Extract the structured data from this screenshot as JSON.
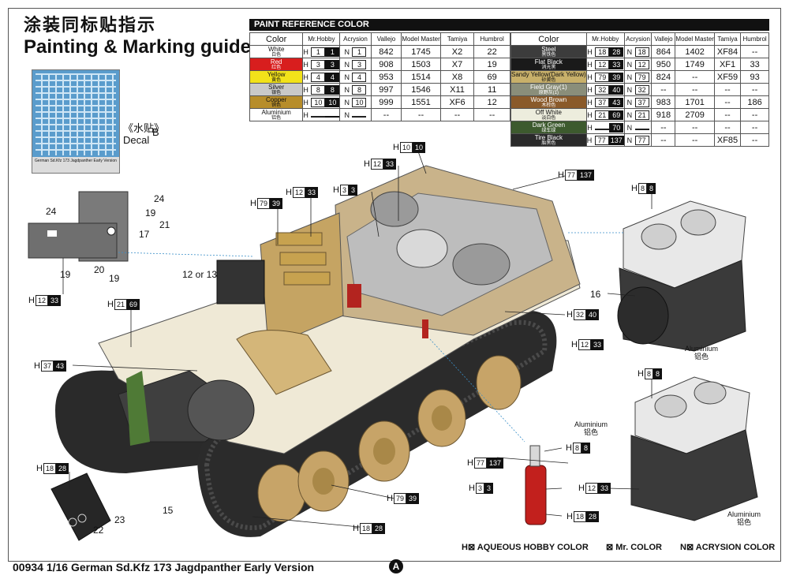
{
  "header": {
    "title_cn": "涂装同标贴指示",
    "title_en": "Painting & Marking guide"
  },
  "decal": {
    "cn": "《水贴》",
    "en": "Decal",
    "letter": "B",
    "sheet_caption": "German Sd.Kfz 173 Jagdpanther Early Version"
  },
  "ref_title": "PAINT  REFERENCE COLOR",
  "table_headers": [
    "Color",
    "Mr.Hobby",
    "Acrysion",
    "Vallejo",
    "Model Master",
    "Tamiya",
    "Humbrol"
  ],
  "colors": {
    "White": "#ffffff",
    "Red": "#d81e1e",
    "Yellow": "#f2e21a",
    "Silver": "#c9c9c9",
    "Copper": "#b78d2a",
    "Aluminium": "#ffffff",
    "Steel": "#3c3c3c",
    "FlatBlack": "#1a1a1a",
    "SandyYellow": "#c8b06a",
    "FieldGray": "#8a8e7a",
    "WoodBrown": "#8a5a2a",
    "OffWhite": "#ededdd",
    "DarkGreen": "#3d5a2e",
    "TireBlack": "#2a2a2a"
  },
  "table_left": [
    {
      "name": "White",
      "cn": "白色",
      "h": [
        "1",
        "1"
      ],
      "n": "1",
      "vallejo": "842",
      "mm": "1745",
      "tamiya": "X2",
      "humbrol": "22"
    },
    {
      "name": "Red",
      "cn": "红色",
      "h": [
        "3",
        "3"
      ],
      "n": "3",
      "vallejo": "908",
      "mm": "1503",
      "tamiya": "X7",
      "humbrol": "19"
    },
    {
      "name": "Yellow",
      "cn": "黄色",
      "h": [
        "4",
        "4"
      ],
      "n": "4",
      "vallejo": "953",
      "mm": "1514",
      "tamiya": "X8",
      "humbrol": "69"
    },
    {
      "name": "Silver",
      "cn": "银色",
      "h": [
        "8",
        "8"
      ],
      "n": "8",
      "vallejo": "997",
      "mm": "1546",
      "tamiya": "X11",
      "humbrol": "11"
    },
    {
      "name": "Copper",
      "cn": "铜色",
      "h": [
        "10",
        "10"
      ],
      "n": "10",
      "vallejo": "999",
      "mm": "1551",
      "tamiya": "XF6",
      "humbrol": "12"
    },
    {
      "name": "Aluminium",
      "cn": "铝色",
      "h": [
        "",
        ""
      ],
      "n": "",
      "vallejo": "--",
      "mm": "--",
      "tamiya": "--",
      "humbrol": "--"
    }
  ],
  "table_right": [
    {
      "name": "Steel",
      "cn": "黑铁色",
      "h": [
        "18",
        "28"
      ],
      "n": "18",
      "vallejo": "864",
      "mm": "1402",
      "tamiya": "XF84",
      "humbrol": "--"
    },
    {
      "name": "Flat Black",
      "cn": "消光黑",
      "h": [
        "12",
        "33"
      ],
      "n": "12",
      "vallejo": "950",
      "mm": "1749",
      "tamiya": "XF1",
      "humbrol": "33"
    },
    {
      "name": "Sandy Yellow(Dark Yellow)",
      "cn": "砂黄色",
      "h": [
        "79",
        "39"
      ],
      "n": "79",
      "vallejo": "824",
      "mm": "--",
      "tamiya": "XF59",
      "humbrol": "93"
    },
    {
      "name": "Field Gray(1)",
      "cn": "原野灰(1)",
      "h": [
        "32",
        "40"
      ],
      "n": "32",
      "vallejo": "--",
      "mm": "--",
      "tamiya": "--",
      "humbrol": "--"
    },
    {
      "name": "Wood Brown",
      "cn": "木棕色",
      "h": [
        "37",
        "43"
      ],
      "n": "37",
      "vallejo": "983",
      "mm": "1701",
      "tamiya": "--",
      "humbrol": "186"
    },
    {
      "name": "Off White",
      "cn": "淡白色",
      "h": [
        "21",
        "69"
      ],
      "n": "21",
      "vallejo": "918",
      "mm": "2709",
      "tamiya": "--",
      "humbrol": "--"
    },
    {
      "name": "Dark Green",
      "cn": "绿车绿",
      "h": [
        "",
        "70"
      ],
      "n": "",
      "vallejo": "--",
      "mm": "--",
      "tamiya": "--",
      "humbrol": "--"
    },
    {
      "name": "Tire Black",
      "cn": "胎黑色",
      "h": [
        "77",
        "137"
      ],
      "n": "77",
      "vallejo": "--",
      "mm": "--",
      "tamiya": "XF85",
      "humbrol": "--"
    }
  ],
  "callouts": [
    {
      "id": "c-10-10",
      "h": "10",
      "k": "10"
    },
    {
      "id": "c-12-33-top",
      "h": "12",
      "k": "33"
    },
    {
      "id": "c-77-137-top",
      "h": "77",
      "k": "137"
    },
    {
      "id": "c-12-33-mid",
      "h": "12",
      "k": "33"
    },
    {
      "id": "c-3-3-mid",
      "h": "3",
      "k": "3"
    },
    {
      "id": "c-79-39-mid",
      "h": "79",
      "k": "39"
    },
    {
      "id": "c-8-8-eng1",
      "h": "8",
      "k": "8"
    },
    {
      "id": "c-12-33-left",
      "h": "12",
      "k": "33"
    },
    {
      "id": "c-21-69",
      "h": "21",
      "k": "69"
    },
    {
      "id": "c-32-40",
      "h": "32",
      "k": "40"
    },
    {
      "id": "c-12-33-eng1",
      "h": "12",
      "k": "33"
    },
    {
      "id": "c-37-43",
      "h": "37",
      "k": "43"
    },
    {
      "id": "c-8-8-eng2",
      "h": "8",
      "k": "8"
    },
    {
      "id": "c-18-28-box",
      "h": "18",
      "k": "28"
    },
    {
      "id": "c-77-137-bot",
      "h": "77",
      "k": "137"
    },
    {
      "id": "c-8-8-ext",
      "h": "8",
      "k": "8"
    },
    {
      "id": "c-12-33-eng2",
      "h": "12",
      "k": "33"
    },
    {
      "id": "c-3-3-ext",
      "h": "3",
      "k": "3"
    },
    {
      "id": "c-79-39-bot",
      "h": "79",
      "k": "39"
    },
    {
      "id": "c-18-28-ext",
      "h": "18",
      "k": "28"
    },
    {
      "id": "c-18-28-bot",
      "h": "18",
      "k": "28"
    }
  ],
  "part_numbers": {
    "n24a": "24",
    "n24b": "24",
    "n19a": "19",
    "n21": "21",
    "n17": "17",
    "n19b": "19",
    "n20": "20",
    "n19c": "19",
    "n1213": "12 or 13",
    "n16": "16",
    "n15": "15",
    "n23": "23",
    "n22": "22"
  },
  "notes": {
    "alu1": [
      "Aluminium",
      "铝色"
    ],
    "alu2": [
      "Aluminium",
      "铝色"
    ],
    "alu3": [
      "Aluminium",
      "铝色"
    ]
  },
  "legend": {
    "h": "H⊠  AQUEOUS HOBBY COLOR",
    "m": "⊠ Mr. COLOR",
    "n": "N⊠  ACRYSION COLOR"
  },
  "footer": {
    "text": "00934 1/16 German Sd.Kfz 173 Jagdpanther Early Version",
    "letter": "A"
  }
}
